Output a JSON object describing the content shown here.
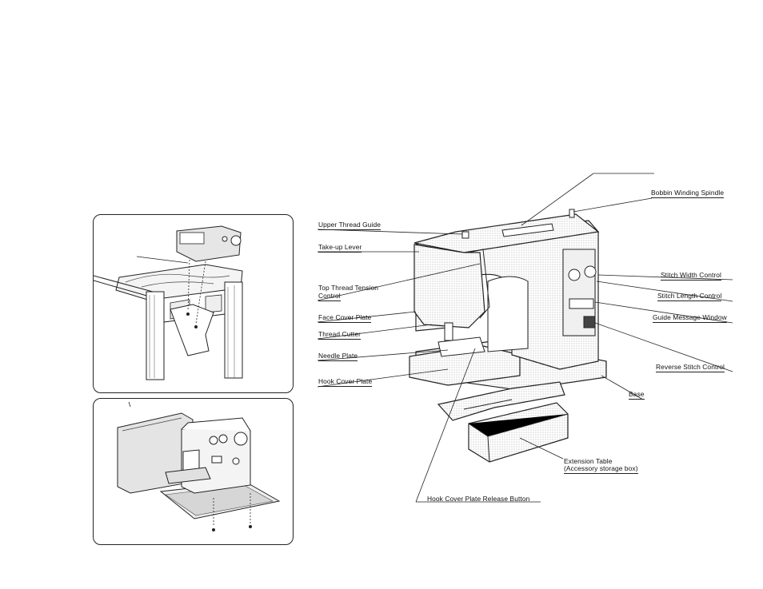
{
  "labels": {
    "upper_thread_guide": "Upper Thread Guide",
    "take_up_lever": "Take-up Lever",
    "top_thread_tension_1": "Top Thread Tension",
    "top_thread_tension_2": "Control",
    "face_cover_plate": "Face Cover Plate",
    "thread_cutter": "Thread Cutter",
    "needle_plate": "Needle Plate",
    "hook_cover_plate": "Hook Cover Plate",
    "bobbin_winding_spindle": "Bobbin Winding Spindle",
    "stitch_width_control": "Stitch Width Control",
    "stitch_length_control": "Stitch Length Control",
    "guide_message_window": "Guide Message Window",
    "reverse_stitch_control": "Reverse Stitch Control",
    "base": "Base",
    "extension_table_1": "Extension Table",
    "extension_table_2": "(Accessory storage box)",
    "hook_cover_plate_release_button": "Hook Cover Plate Release Button"
  },
  "colors": {
    "line": "#222222",
    "shade": "#d8d8d8"
  }
}
